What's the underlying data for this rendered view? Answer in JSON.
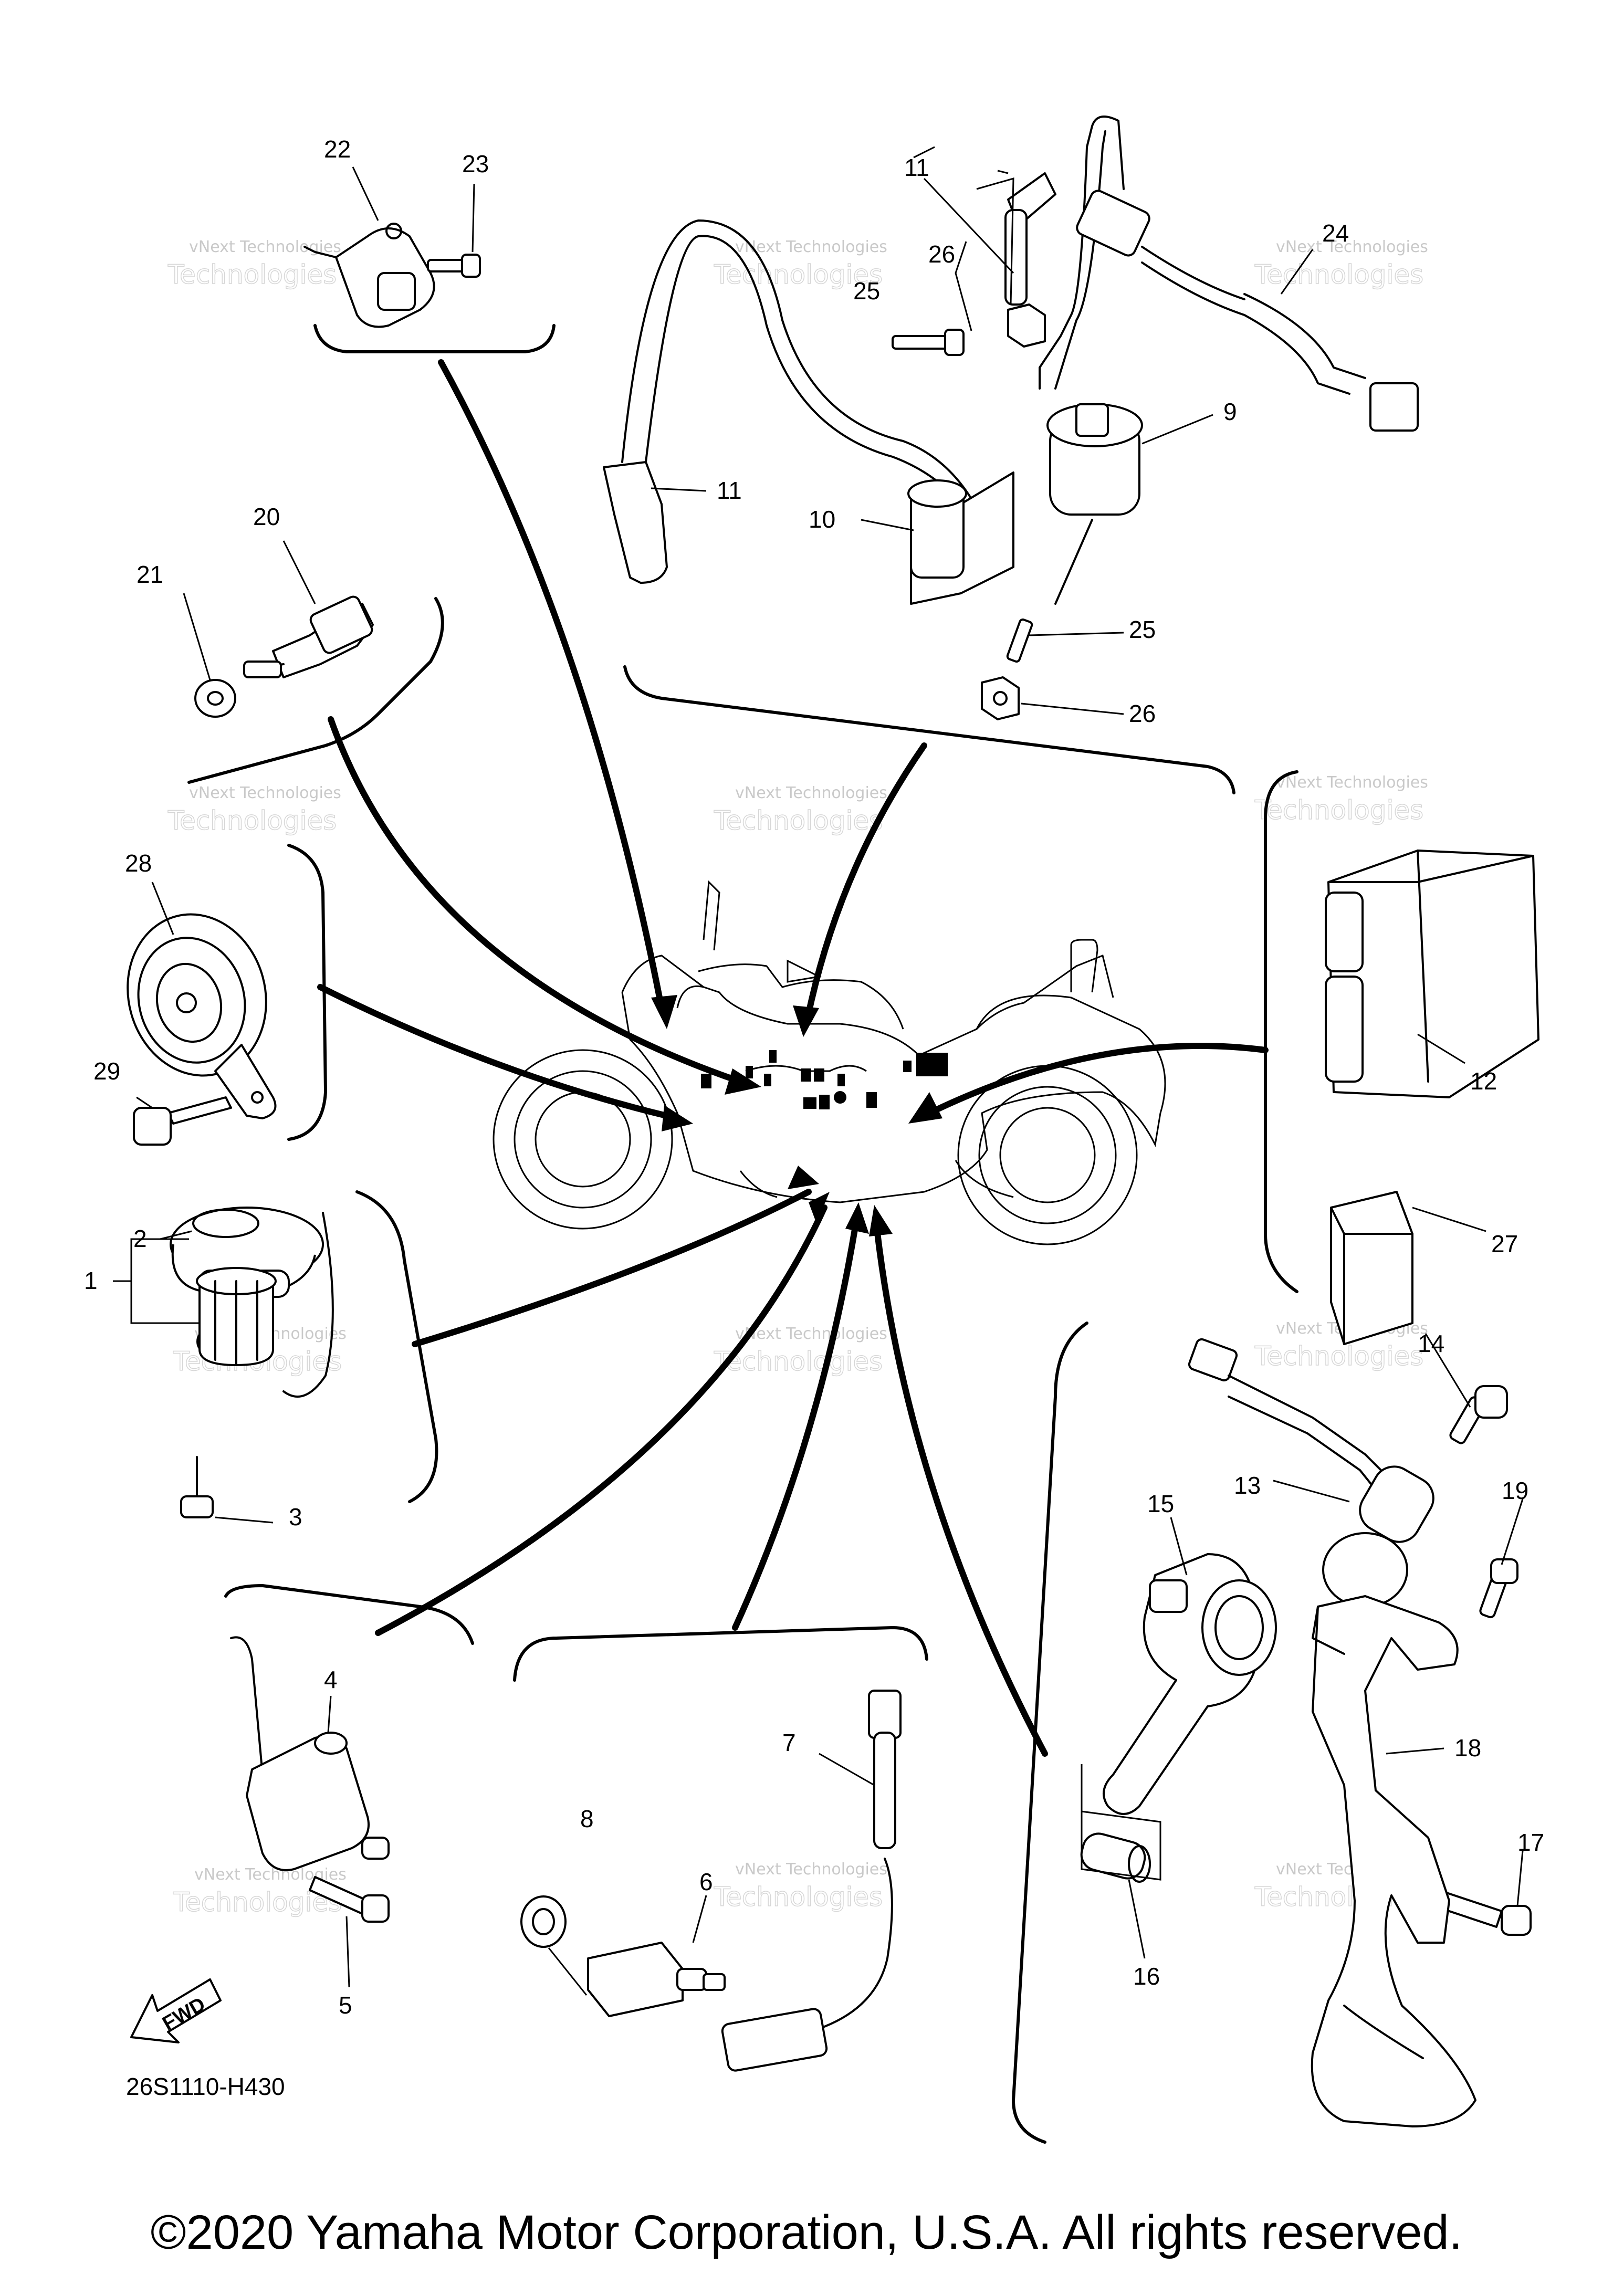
{
  "callouts": {
    "p1": "1",
    "p2": "2",
    "p3": "3",
    "p4": "4",
    "p5": "5",
    "p6": "6",
    "p7": "7",
    "p8": "8",
    "p9": "9",
    "p10": "10",
    "p11a": "11",
    "p11b": "11",
    "p12": "12",
    "p13": "13",
    "p14": "14",
    "p15": "15",
    "p16": "16",
    "p17": "17",
    "p18": "18",
    "p19": "19",
    "p20": "20",
    "p21": "21",
    "p22": "22",
    "p23": "23",
    "p24": "24",
    "p25a": "25",
    "p25b": "25",
    "p26a": "26",
    "p26b": "26",
    "p27": "27",
    "p28": "28",
    "p29": "29"
  },
  "watermark": {
    "small": "vNext Technologies",
    "large": "Technologies",
    "top": "vNext"
  },
  "fwd_label": "FWD",
  "diagram_code": "26S1110-H430",
  "copyright": "©2020 Yamaha Motor Corporation, U.S.A. All rights reserved."
}
